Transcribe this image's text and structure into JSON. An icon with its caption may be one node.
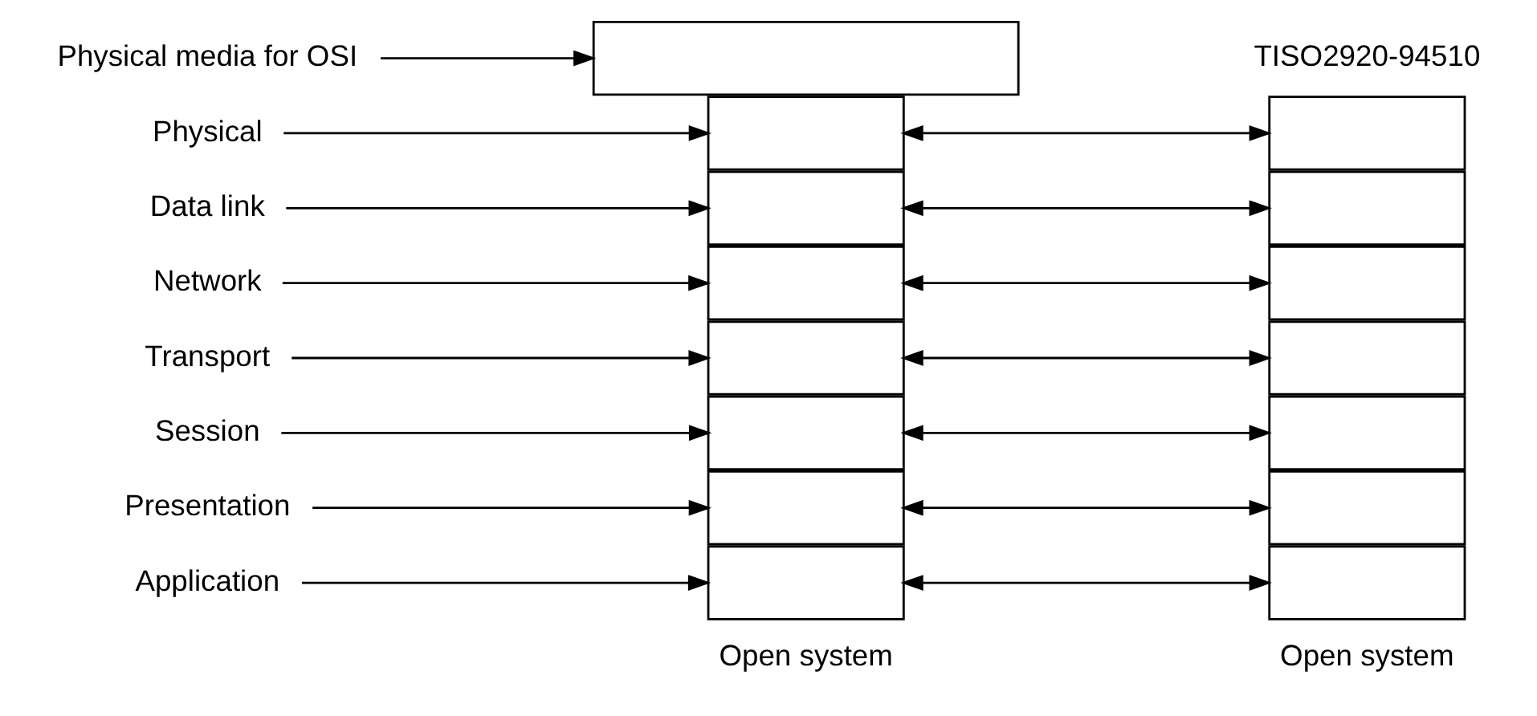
{
  "diagram": {
    "nodes": [
      {
        "text": [
          "Application"
        ]
      },
      {
        "text": [
          "Presentation"
        ]
      },
      {
        "text": [
          "Session"
        ]
      },
      {
        "text": [
          "Transport"
        ]
      },
      {
        "text": [
          "Network"
        ]
      },
      {
        "text": [
          "Data link"
        ]
      },
      {
        "text": [
          "Physical"
        ]
      },
      {
        "text": [],
        "shape": "box"
      },
      {
        "text": [],
        "shape": "box"
      },
      {
        "text": [],
        "shape": "box"
      },
      {
        "text": [],
        "shape": "box"
      },
      {
        "text": [],
        "shape": "box"
      },
      {
        "text": [],
        "shape": "box"
      },
      {
        "text": [],
        "shape": "box"
      },
      {
        "text": [],
        "shape": "box"
      },
      {
        "text": [],
        "shape": "box"
      },
      {
        "text": [],
        "shape": "box"
      },
      {
        "text": [],
        "shape": "box"
      },
      {
        "text": [],
        "shape": "box"
      },
      {
        "text": [],
        "shape": "box"
      },
      {
        "text": [],
        "shape": "box"
      },
      {
        "text": [],
        "shape": "box"
      },
      {
        "text": [
          "Physical media for OSI"
        ]
      }
    ],
    "edges": [
      {
        "from": 0,
        "to": 7,
        "arrow": "to"
      },
      {
        "from": 1,
        "to": 8,
        "arrow": "to"
      },
      {
        "from": 2,
        "to": 9,
        "arrow": "to"
      },
      {
        "from": 3,
        "to": 10,
        "arrow": "to"
      },
      {
        "from": 4,
        "to": 11,
        "arrow": "to"
      },
      {
        "from": 5,
        "to": 12,
        "arrow": "to"
      },
      {
        "from": 6,
        "to": 13,
        "arrow": "to"
      },
      {
        "from": 7,
        "to": 14,
        "arrow": "both"
      },
      {
        "from": 8,
        "to": 15,
        "arrow": "both"
      },
      {
        "from": 9,
        "to": 16,
        "arrow": "both"
      },
      {
        "from": 10,
        "to": 17,
        "arrow": "both"
      },
      {
        "from": 11,
        "to": 18,
        "arrow": "both"
      },
      {
        "from": 12,
        "to": 19,
        "arrow": "both"
      },
      {
        "from": 13,
        "to": 20,
        "arrow": "both"
      },
      {
        "from": 22,
        "to": 21,
        "arrow": "to"
      }
    ],
    "labels": [
      "Open system",
      "Open system",
      "TISO2920-94510"
    ]
  }
}
